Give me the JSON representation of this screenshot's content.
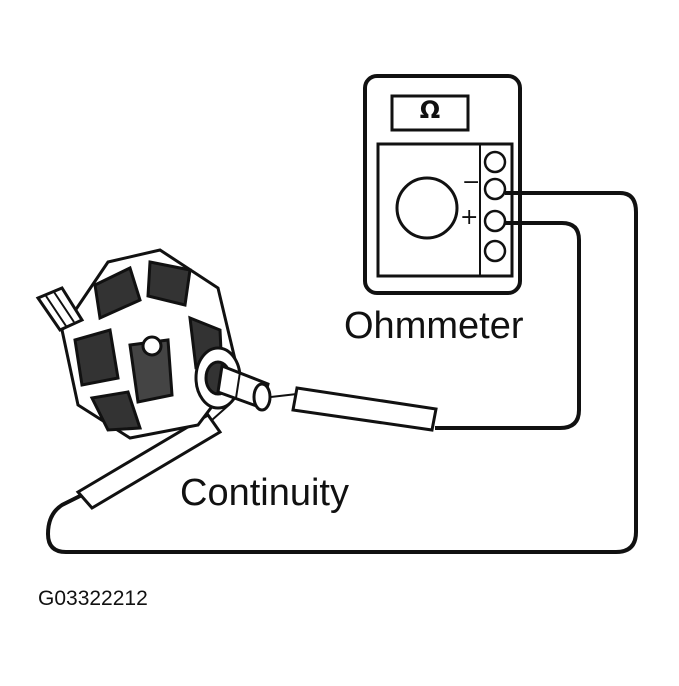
{
  "labels": {
    "ohmmeter": "Ohmmeter",
    "continuity": "Continuity",
    "figure_code": "G03322212"
  },
  "meter": {
    "display_symbol": "Ω",
    "negative_terminal": "−",
    "positive_terminal": "+"
  },
  "colors": {
    "line": "#111111",
    "background": "#ffffff"
  }
}
